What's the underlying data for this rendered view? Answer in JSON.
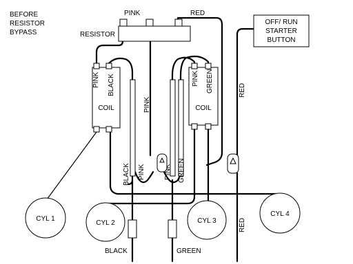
{
  "title_lines": [
    "BEFORE",
    "RESISTOR",
    "BYPASS"
  ],
  "resistor_label": "RESISTOR",
  "wire_labels": {
    "pink_top": "PINK",
    "red_top": "RED",
    "pink_coil1_term": "PINK",
    "black_coil1_term": "BLACK",
    "pink_coil2_term": "PINK",
    "green_coil2_term": "GREEN",
    "pink_mid": "PINK",
    "red_right": "RED",
    "black_lower": "BLACK",
    "pink_lower_1": "PINK",
    "pink_lower_2": "PINK",
    "green_lower": "GREEN",
    "black_bottom": "BLACK",
    "green_bottom": "GREEN",
    "red_bottom": "RED"
  },
  "coil_labels": [
    "COIL",
    "COIL"
  ],
  "starter_button_lines": [
    "OFF/ RUN",
    "STARTER",
    "BUTTON"
  ],
  "cylinders": [
    "CYL 1",
    "CYL 2",
    "CYL 3",
    "CYL 4"
  ]
}
